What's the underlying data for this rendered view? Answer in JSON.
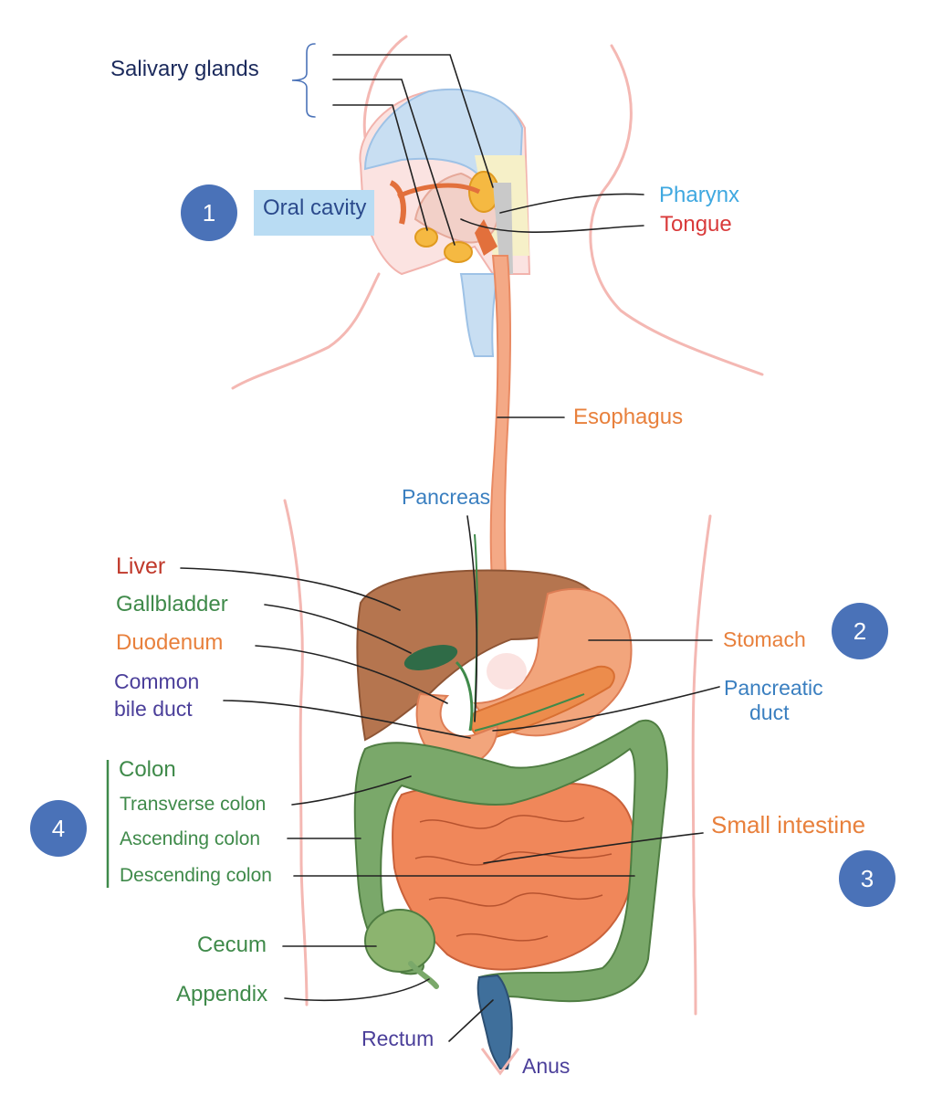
{
  "colors": {
    "navy": "#1b2a5c",
    "sky": "#3fa8e0",
    "red": "#d93a3a",
    "orange": "#e8803c",
    "steel": "#3a7fc0",
    "liver_red": "#c0392b",
    "green": "#3f8a4a",
    "purple": "#4b3f9a",
    "badge": "#4a72b8",
    "oral_box": "#b9dcf3",
    "body_outline": "#f4b8b3"
  },
  "labels": {
    "salivary_glands": "Salivary glands",
    "oral_cavity": "Oral cavity",
    "pharynx": "Pharynx",
    "tongue": "Tongue",
    "esophagus": "Esophagus",
    "pancreas": "Pancreas",
    "liver": "Liver",
    "gallbladder": "Gallbladder",
    "duodenum": "Duodenum",
    "common_bile_duct_line1": "Common",
    "common_bile_duct_line2": "bile duct",
    "stomach": "Stomach",
    "pancreatic_duct_line1": "Pancreatic",
    "pancreatic_duct_line2": "duct",
    "colon": "Colon",
    "transverse_colon": "Transverse colon",
    "ascending_colon": "Ascending colon",
    "descending_colon": "Descending colon",
    "small_intestine": "Small intestine",
    "cecum": "Cecum",
    "appendix": "Appendix",
    "rectum": "Rectum",
    "anus": "Anus"
  },
  "badges": {
    "oral": "1",
    "stomach": "2",
    "small_intestine": "3",
    "colon": "4"
  }
}
